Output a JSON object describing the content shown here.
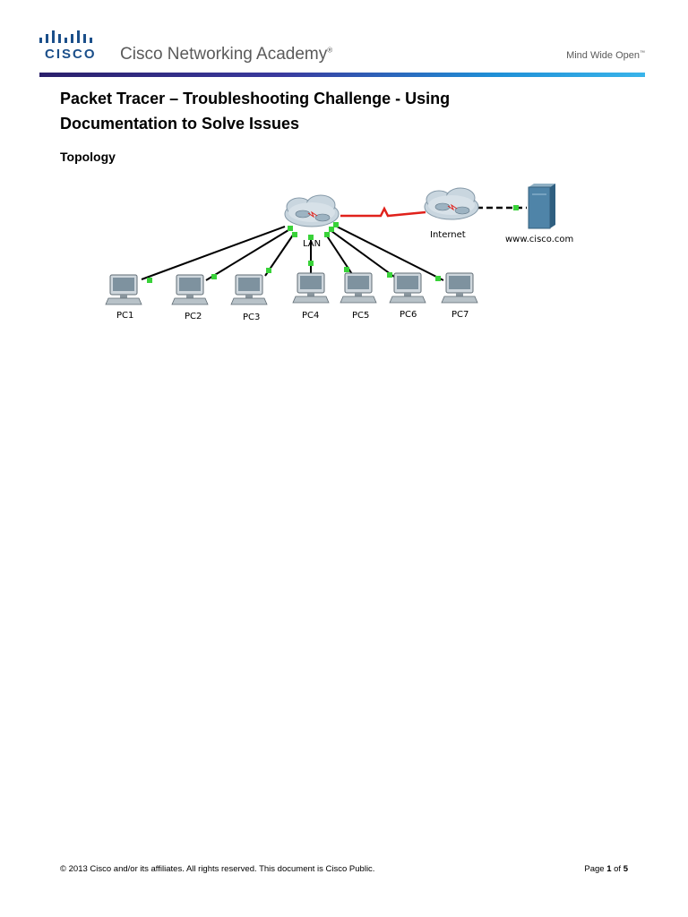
{
  "header": {
    "logo_text": "CISCO",
    "academy_name": "Cisco Networking Academy",
    "academy_mark": "®",
    "tagline": "Mind Wide Open",
    "tagline_mark": "™",
    "brand_colors": [
      "#2a1f6b",
      "#1f8fd6",
      "#39b4ea"
    ]
  },
  "document": {
    "title_line1": "Packet Tracer – Troubleshooting Challenge - Using",
    "title_line2": "Documentation to Solve Issues",
    "section_heading": "Topology"
  },
  "topology": {
    "lan_label": "LAN",
    "internet_label": "Internet",
    "server_label": "www.cisco.com",
    "pcs": [
      "PC1",
      "PC2",
      "PC3",
      "PC4",
      "PC5",
      "PC6",
      "PC7"
    ],
    "link_colors": {
      "ethernet": "#000000",
      "serial": "#e0211b",
      "link_up": "#39d239"
    }
  },
  "footer": {
    "copyright": "© 2013 Cisco and/or its affiliates. All rights reserved. This document is Cisco Public.",
    "page_prefix": "Page",
    "page_current": "1",
    "page_of": "of",
    "page_total": "5"
  }
}
